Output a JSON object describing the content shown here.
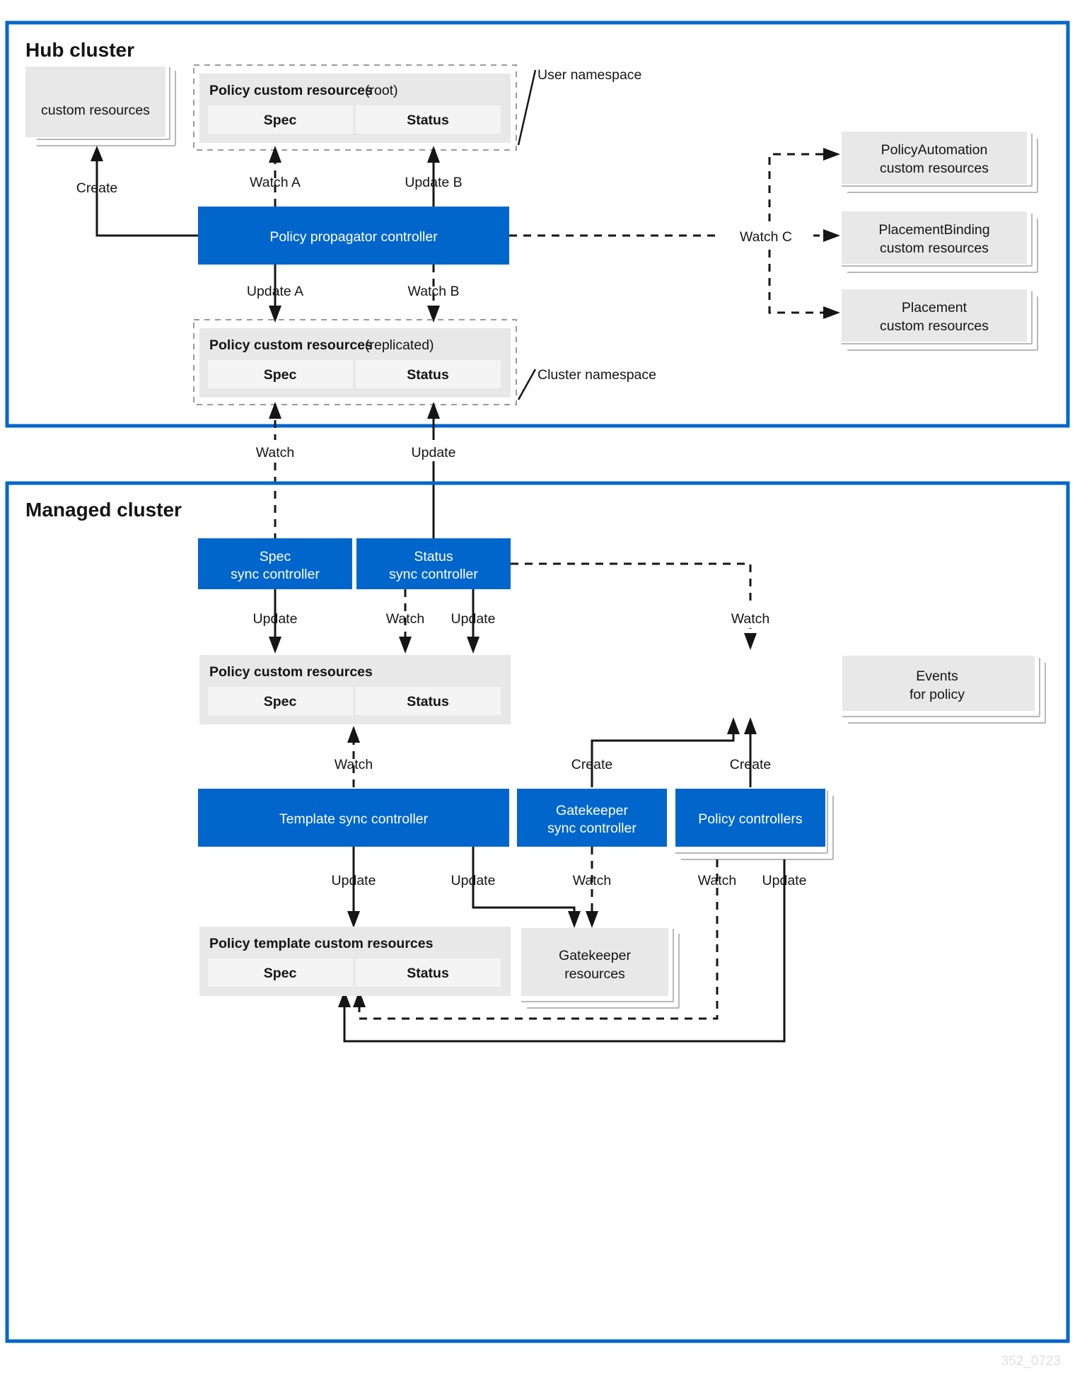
{
  "diagram": {
    "footer_code": "352_0723",
    "colors": {
      "cluster_border": "#0066cc",
      "controller_fill": "#0066cc",
      "resource_fill": "#e8e8e8",
      "subbox_fill": "#f4f4f4",
      "edge": "#151515"
    }
  },
  "hub": {
    "title": "Hub cluster",
    "custom_resources": {
      "label": "custom resources"
    },
    "policy_root": {
      "title_bold": "Policy custom resources",
      "title_light": "(root)",
      "spec": "Spec",
      "status": "Status"
    },
    "policy_replicated": {
      "title_bold": "Policy custom resources",
      "title_light": "(replicated)",
      "spec": "Spec",
      "status": "Status"
    },
    "propagator": {
      "label": "Policy propagator controller"
    },
    "namespaces": {
      "user": "User namespace",
      "cluster": "Cluster namespace"
    },
    "right_resources": [
      {
        "line1": "PolicyAutomation",
        "line2": "custom resources"
      },
      {
        "line1": "PlacementBinding",
        "line2": "custom resources"
      },
      {
        "line1": "Placement",
        "line2": "custom resources"
      }
    ],
    "edges": {
      "create": "Create",
      "watch_a": "Watch A",
      "update_b": "Update B",
      "update_a": "Update A",
      "watch_b": "Watch B",
      "watch_c": "Watch C"
    }
  },
  "bridge": {
    "watch": "Watch",
    "update": "Update"
  },
  "managed": {
    "title": "Managed cluster",
    "spec_sync": {
      "line1": "Spec",
      "line2": "sync controller"
    },
    "status_sync": {
      "line1": "Status",
      "line2": "sync controller"
    },
    "policy_resources": {
      "title_bold": "Policy custom resources",
      "spec": "Spec",
      "status": "Status"
    },
    "events": {
      "line1": "Events",
      "line2": "for policy"
    },
    "template_sync": {
      "label": "Template sync controller"
    },
    "gatekeeper_sync": {
      "line1": "Gatekeeper",
      "line2": "sync controller"
    },
    "policy_controllers": {
      "label": "Policy controllers"
    },
    "policy_template_resources": {
      "title_bold": "Policy template custom resources",
      "spec": "Spec",
      "status": "Status"
    },
    "gatekeeper_resources": {
      "line1": "Gatekeeper",
      "line2": "resources"
    },
    "edges": {
      "spec_update": "Update",
      "status_watch": "Watch",
      "status_update": "Update",
      "events_watch": "Watch",
      "template_watch": "Watch",
      "gk_create": "Create",
      "pc_create": "Create",
      "template_update_left": "Update",
      "template_update_right": "Update",
      "gk_watch": "Watch",
      "pc_watch": "Watch",
      "pc_update": "Update"
    }
  }
}
